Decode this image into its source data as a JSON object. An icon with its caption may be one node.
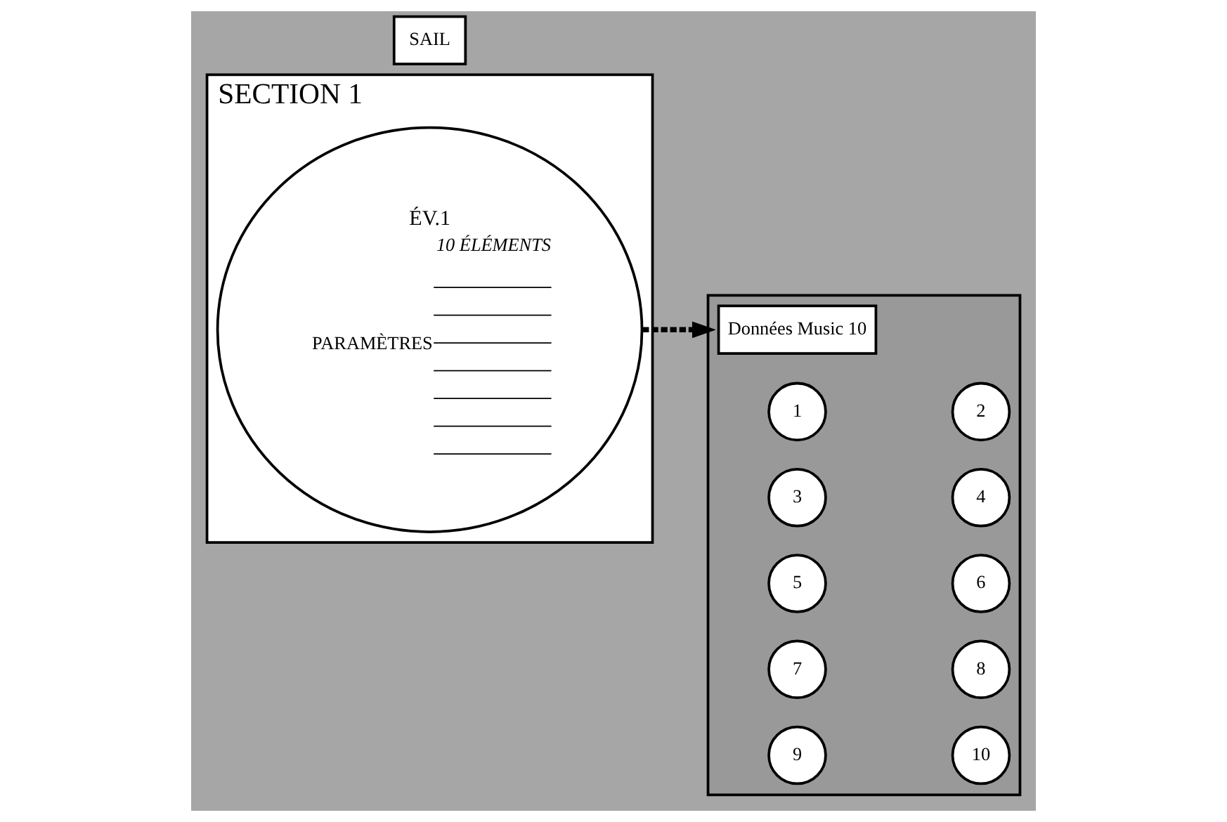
{
  "diagram": {
    "nodes": [
      {
        "text": [
          "SECTION 1"
        ]
      },
      {
        "text": [
          "ÉV.1",
          "10 ÉLÉMENTS",
          "PARAMÈTRES"
        ],
        "in": 0
      },
      {
        "text": [
          "SAIL"
        ]
      },
      {
        "text": [],
        "shape": "box"
      },
      {
        "text": [
          "Données Music 10"
        ],
        "in": 3
      },
      {
        "text": [
          "1"
        ],
        "in": 3
      },
      {
        "text": [
          "2"
        ],
        "in": 3
      },
      {
        "text": [
          "3"
        ],
        "in": 3
      },
      {
        "text": [
          "4"
        ],
        "in": 3
      },
      {
        "text": [
          "5"
        ],
        "in": 3
      },
      {
        "text": [
          "6"
        ],
        "in": 3
      },
      {
        "text": [
          "7"
        ],
        "in": 3
      },
      {
        "text": [
          "8"
        ],
        "in": 3
      },
      {
        "text": [
          "9"
        ],
        "in": 3
      },
      {
        "text": [
          "10"
        ],
        "in": 3
      }
    ],
    "edges": [
      {
        "from": 1,
        "to": 3,
        "arrow": "to",
        "style": "dashed"
      }
    ]
  }
}
